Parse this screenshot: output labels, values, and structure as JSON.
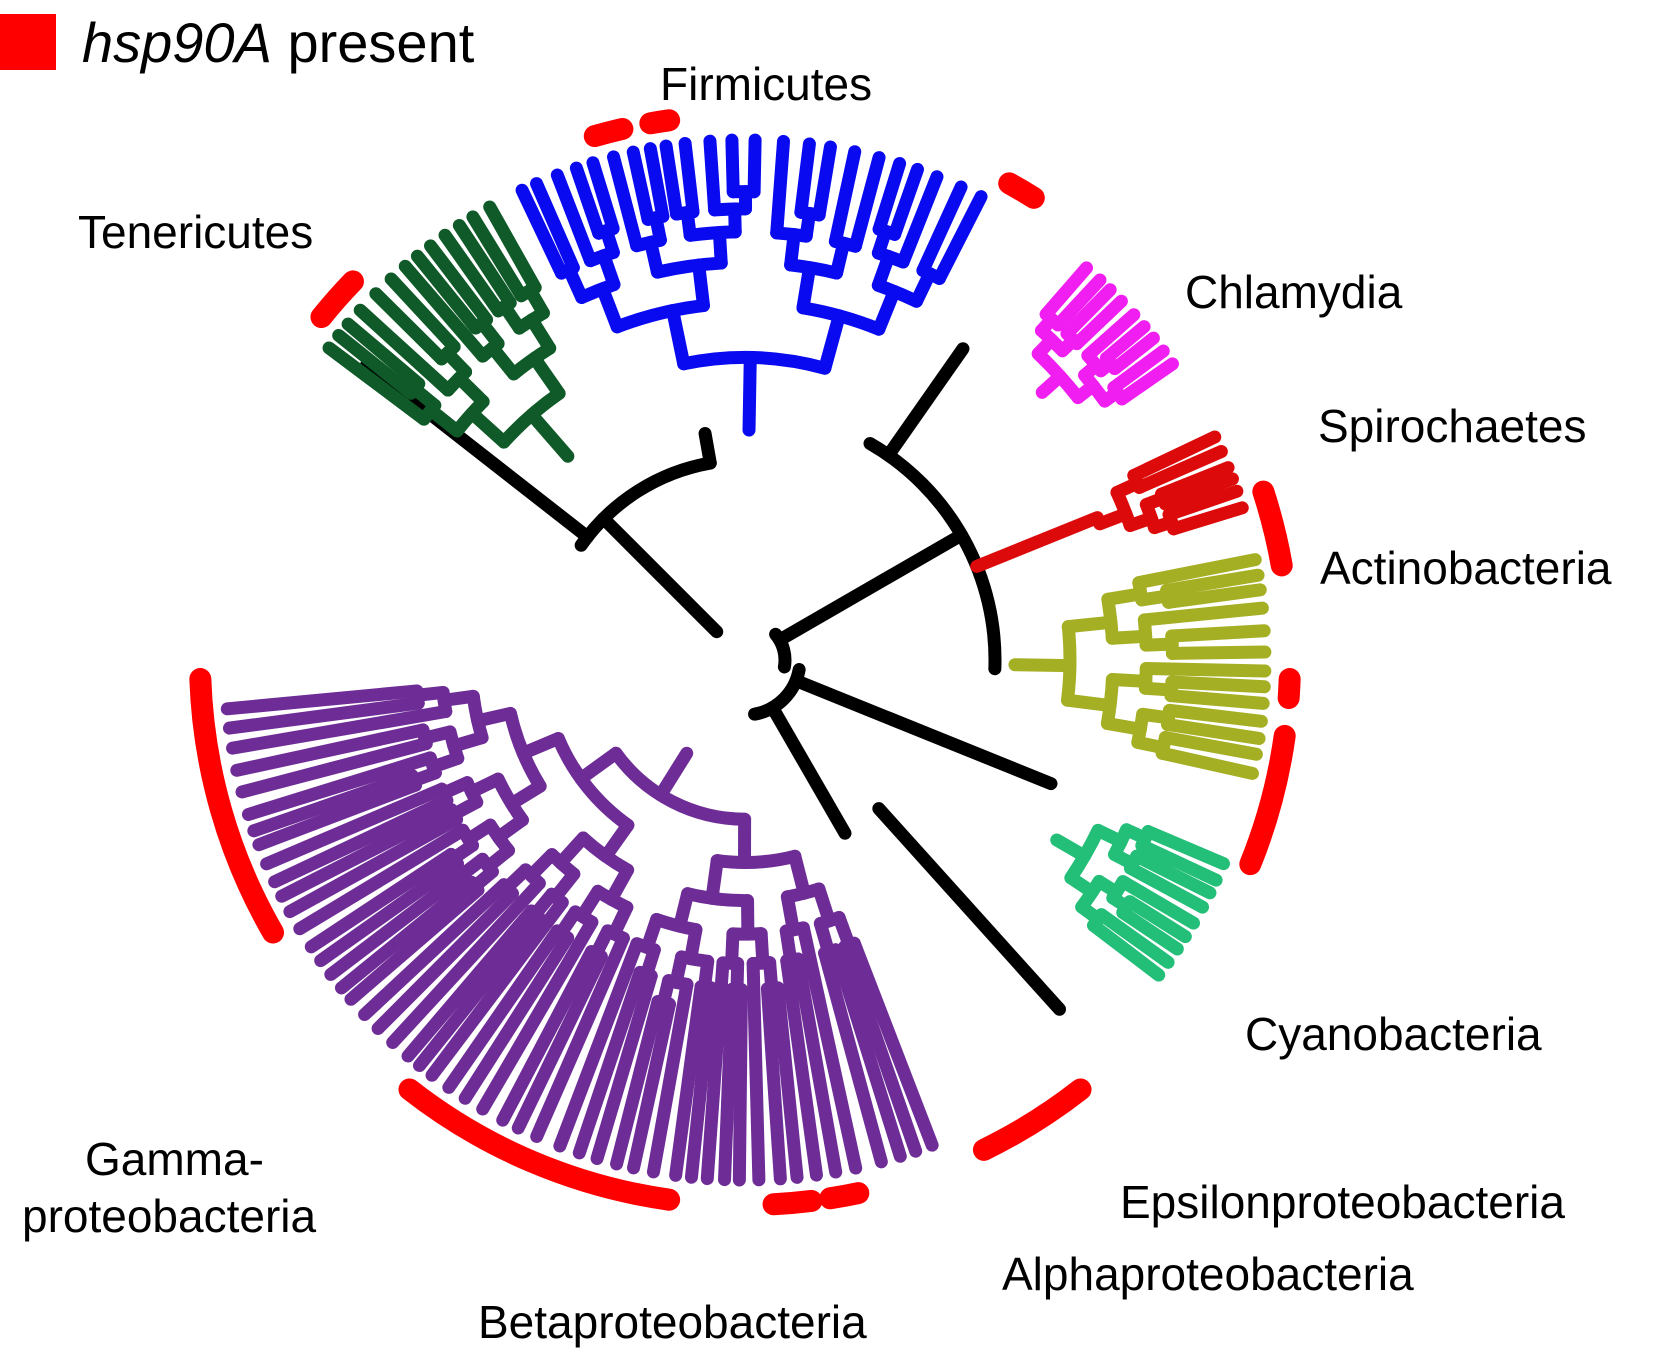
{
  "legend": {
    "italic": "hsp90A",
    "rest": " present",
    "color": "#ff0000"
  },
  "colors": {
    "backbone": "#000000",
    "firmicutes": "#0a0af0",
    "tenericutes": "#0f5a28",
    "chlamydia": "#f01ef0",
    "spirochaetes": "#dc0a0a",
    "actinobacteria": "#a5af23",
    "cyanobacteria": "#23be78",
    "proteobacteria": "#6e2d96",
    "marker": "#ff0000"
  },
  "labels": {
    "firmicutes": "Firmicutes",
    "tenericutes": "Tenericutes",
    "chlamydia": "Chlamydia",
    "spirochaetes": "Spirochaetes",
    "actinobacteria": "Actinobacteria",
    "cyanobacteria": "Cyanobacteria",
    "epsilon": "Epsilonproteobacteria",
    "alpha": "Alphaproteobacteria",
    "beta": "Betaproteobacteria",
    "gamma_1": "Gamma-",
    "gamma_2": "proteobacteria"
  }
}
